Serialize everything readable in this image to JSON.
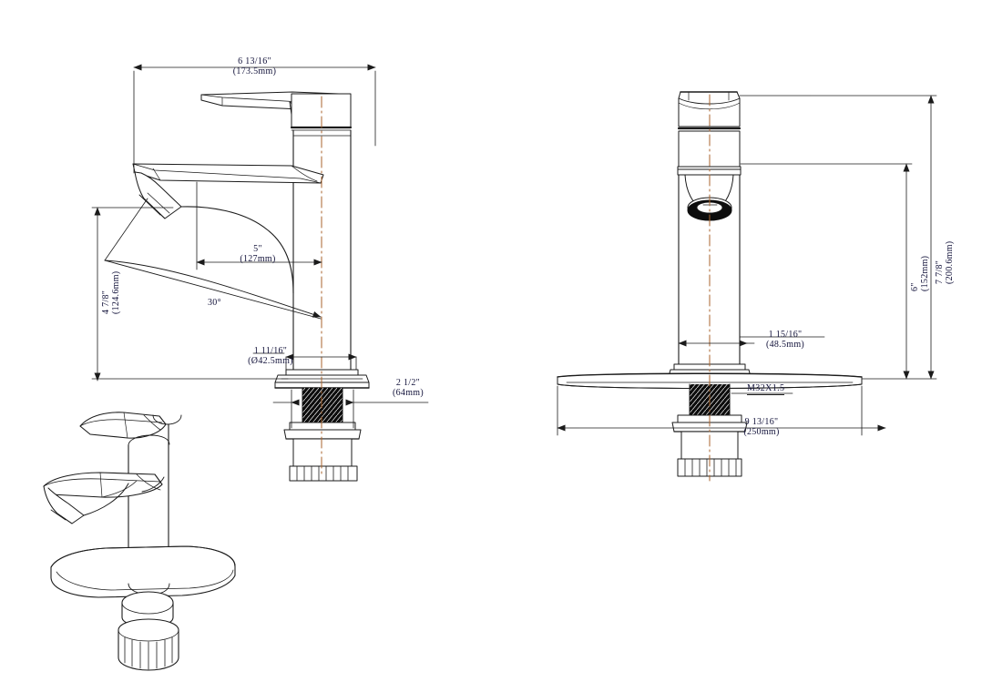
{
  "drawing": {
    "title": "Single-hole bathroom basin faucet — dimensioned technical drawing",
    "sheet_background": "#ffffff",
    "line_color": "#1b1b1b",
    "centerline_color": "#a8632c",
    "dimension_text_color": "#12123a"
  },
  "views": [
    {
      "name": "side-elevation-view",
      "position": "top-left",
      "description": "Left side elevation of faucet showing lever handle, curved spout, body column and mounting shank"
    },
    {
      "name": "front-elevation-view",
      "position": "top-right",
      "description": "Front elevation of faucet with escutcheon deck plate, aerator outlet and threaded shank"
    },
    {
      "name": "isometric-view",
      "position": "bottom-left",
      "description": "3D isometric pictorial of the faucet assembled on its oval deck plate"
    }
  ],
  "dimensions": {
    "side_overall_width": {
      "imperial": "6  13/16\"",
      "metric": "(173.5mm)"
    },
    "side_spout_reach": {
      "imperial": "5\"",
      "metric": "(127mm)"
    },
    "side_spout_height": {
      "imperial": "4 7/8\"",
      "metric": "(124.6mm)"
    },
    "side_base_diameter": {
      "imperial": "1  11/16\"",
      "metric": "(Ø42.5mm)"
    },
    "side_shank_length": {
      "imperial": "2  1/2\"",
      "metric": "(64mm)"
    },
    "side_spout_angle": {
      "value": "30°"
    },
    "front_body_width": {
      "imperial": "1  15/16\"",
      "metric": "(48.5mm)"
    },
    "front_spout_height": {
      "imperial": "6\"",
      "metric": "(152mm)"
    },
    "front_total_height": {
      "imperial": "7 7/8\"",
      "metric": "(200.6mm)"
    },
    "front_plate_width": {
      "imperial": "9  13/16\"",
      "metric": "(250mm)"
    },
    "thread_callout": {
      "value": "M32X1.5"
    }
  }
}
